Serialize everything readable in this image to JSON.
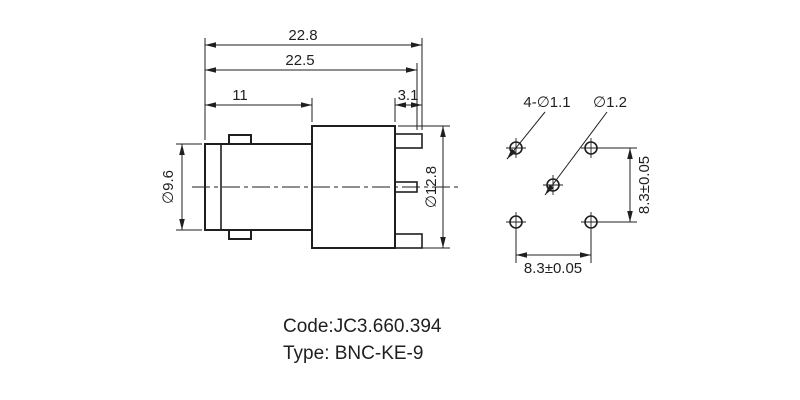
{
  "page": {
    "background": "#ffffff",
    "line_color": "#1f1f1f"
  },
  "side_view": {
    "dims": {
      "overall_length": "22.8",
      "body_length": "22.5",
      "nut_length": "11",
      "pin_length": "3.1",
      "nut_diameter": "∅9.6",
      "body_diameter": "∅12.8"
    }
  },
  "footprint": {
    "corner_holes_label": "4-∅1.1",
    "center_hole_label": "∅1.2",
    "vertical_pitch": "8.3±0.05",
    "horizontal_pitch": "8.3±0.05"
  },
  "caption": {
    "code": "Code:JC3.660.394",
    "type": "Type: BNC-KE-9"
  }
}
